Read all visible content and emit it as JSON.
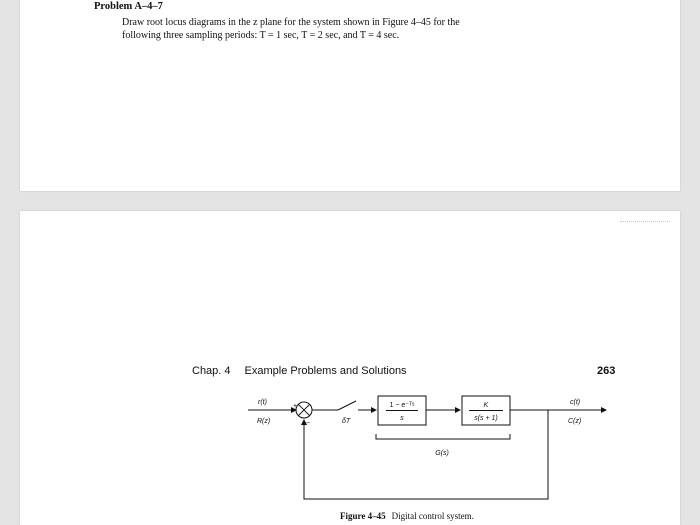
{
  "problem": {
    "title": "Problem A–4–7",
    "line1": "Draw root locus diagrams in the z plane for the system shown in Figure 4–45 for the",
    "line2": "following three sampling periods: T = 1 sec, T = 2 sec, and T = 4 sec."
  },
  "page_header": {
    "chapter": "Chap. 4",
    "section": "Example Problems and Solutions",
    "page_number": "263"
  },
  "diagram": {
    "input_time": "r(t)",
    "input_z": "R(z)",
    "sum_plus": "+",
    "sum_minus": "−",
    "sampler": "δT",
    "zoh_numerator": "1 − e⁻ᵀˢ",
    "zoh_denominator": "s",
    "plant_numerator": "K",
    "plant_denominator": "s(s + 1)",
    "group_label": "G(s)",
    "output_time": "c(t)",
    "output_z": "C(z)"
  },
  "figure": {
    "number": "Figure 4–45",
    "caption": "Digital control system."
  }
}
